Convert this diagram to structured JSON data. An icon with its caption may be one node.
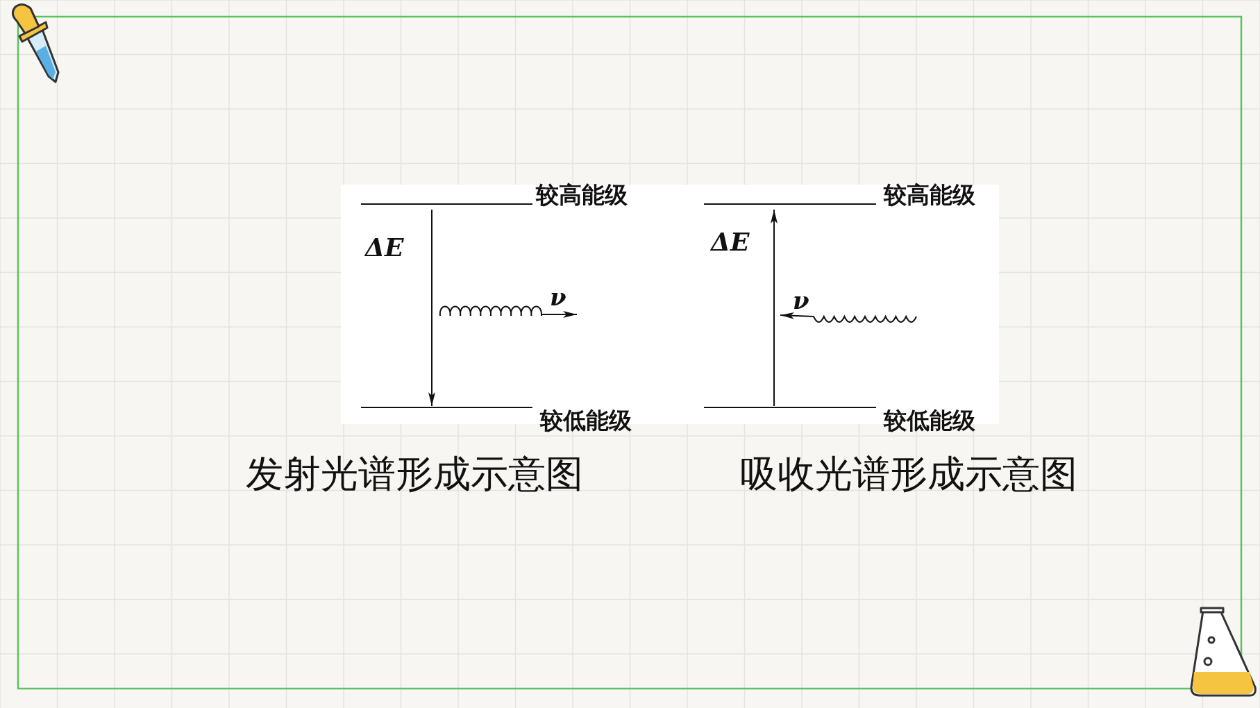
{
  "diagram": {
    "nodes": [
      {
        "text": [
          "较高能级"
        ]
      },
      {
        "text": [
          "较低能级"
        ]
      },
      {
        "text": [
          "较高能级"
        ]
      },
      {
        "text": [
          "较低能级"
        ]
      }
    ],
    "edges": [
      {
        "from": 0,
        "to": 1,
        "arrow": "to",
        "label": "ΔE"
      },
      {
        "from": 3,
        "to": 2,
        "arrow": "to",
        "label": "ΔE"
      }
    ],
    "labels": [
      "ν",
      "ν",
      "发射光谱形成示意图",
      "吸收光谱形成示意图"
    ]
  }
}
